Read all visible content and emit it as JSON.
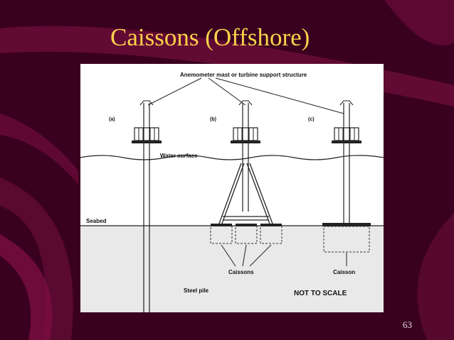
{
  "slide": {
    "title": "Caissons (Offshore)",
    "page_number": "63"
  },
  "diagram": {
    "labels": {
      "top": "Anemometer mast or turbine support structure",
      "a": "(a)",
      "b": "(b)",
      "c": "(c)",
      "water": "Water surface",
      "seabed": "Seabed",
      "caissons": "Caissons",
      "caisson": "Caisson",
      "steel_pile": "Steel pile",
      "scale": "NOT TO SCALE"
    }
  },
  "colors": {
    "background": "#3a0020",
    "title": "#ffd24a",
    "swoosh": "#7a0e42"
  }
}
